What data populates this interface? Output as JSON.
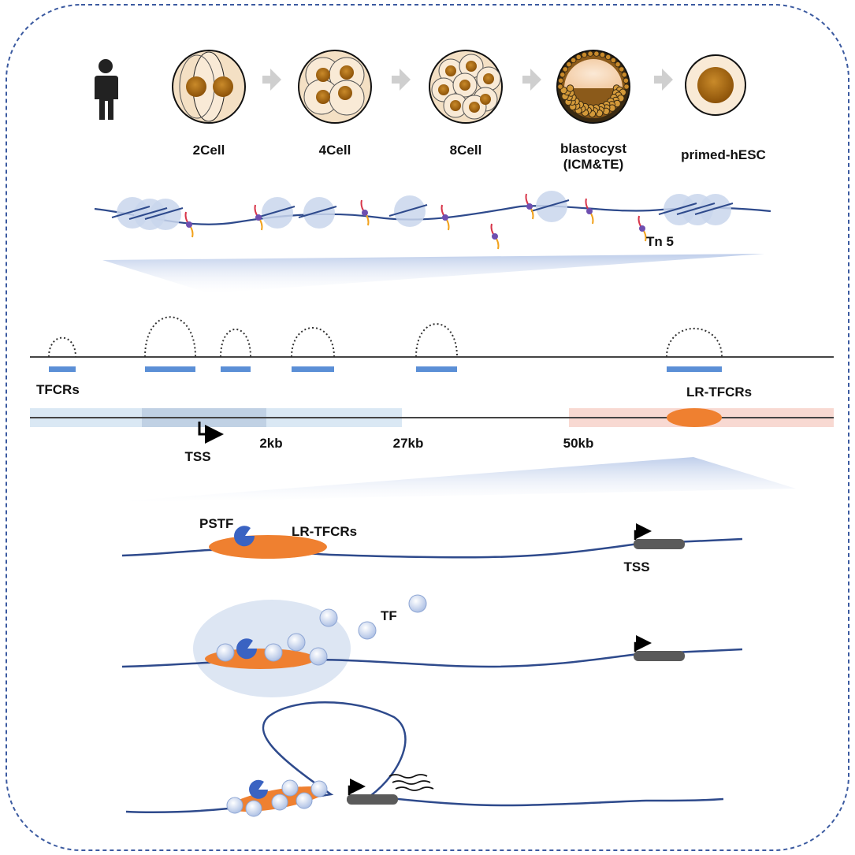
{
  "stages": [
    {
      "label": "2Cell"
    },
    {
      "label": "4Cell"
    },
    {
      "label": "8Cell"
    },
    {
      "label_line1": "blastocyst",
      "label_line2": "(ICM&TE)"
    },
    {
      "label": "primed-hESC"
    }
  ],
  "tn5_label": "Tn 5",
  "tfcrs_label": "TFCRs",
  "lr_tfcrs_label": "LR-TFCRs",
  "tss_label": "TSS",
  "distances": [
    "2kb",
    "27kb",
    "50kb"
  ],
  "pstf_label": "PSTF",
  "tf_label": "TF",
  "colors": {
    "border": "#3b5aa0",
    "dna": "#2e4a8c",
    "nucleosome": "#c9d6ec",
    "accent_blue": "#5b8fd6",
    "orange": "#ef8030",
    "pstf": "#3a63c2",
    "nucleus": "#b06f14",
    "cytoplasm": "#f7e3c8",
    "gene": "#5a5a5a",
    "arrow_gray": "#cfcfcf",
    "zone_blue": "#d6e6f3",
    "zone_pink": "#f8d9d2"
  }
}
